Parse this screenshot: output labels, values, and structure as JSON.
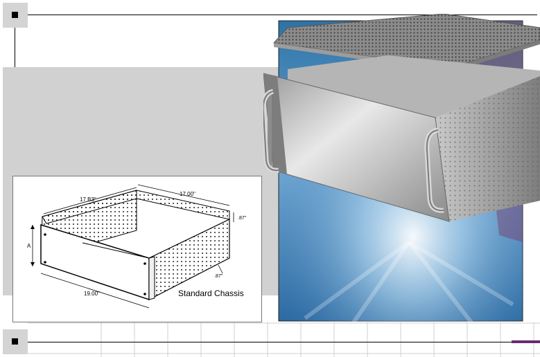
{
  "diagram": {
    "dim_top_depth": "17.00\"",
    "dim_side_depth": "17 B3\"",
    "dim_height": "A",
    "dim_front_width": "19.00\"",
    "dim_flange_top": ".87\"",
    "dim_flange_side": ".87\"",
    "caption": "Standard Chassis"
  },
  "colors": {
    "panel_gray": "#d1d1d1",
    "marker_gray": "#d4d4d4",
    "accent": "#6b2a6e"
  },
  "icons": {
    "marker": "square-bullet-icon"
  }
}
